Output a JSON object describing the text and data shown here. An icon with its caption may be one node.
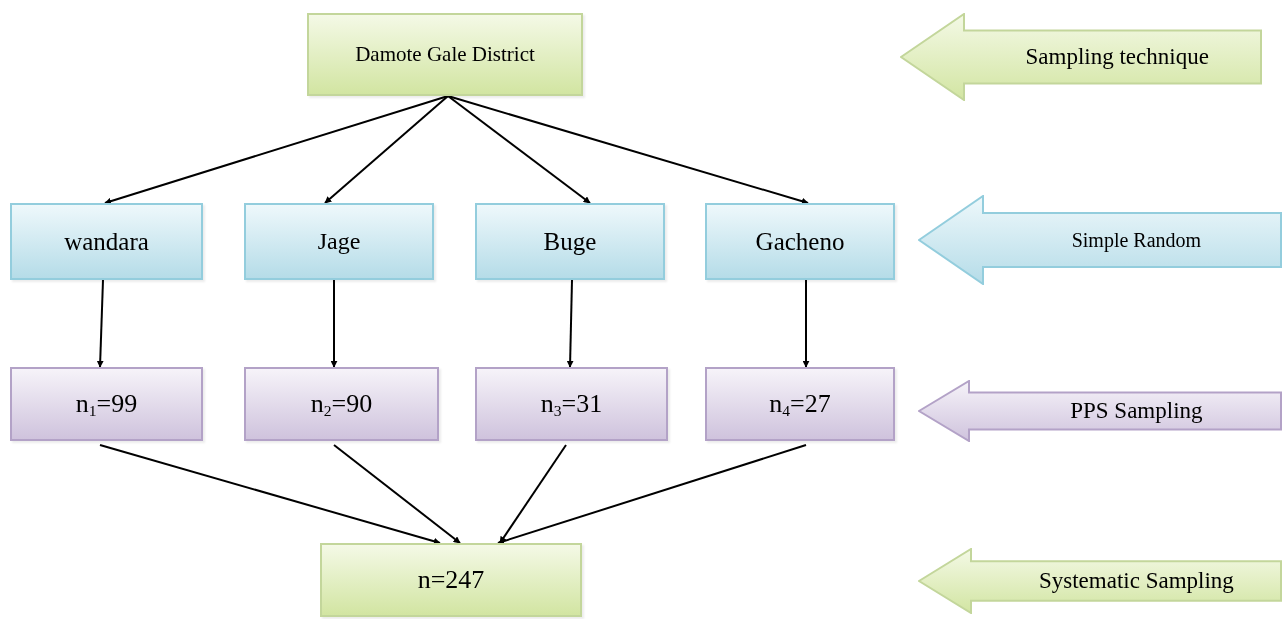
{
  "diagram": {
    "nodes": [
      {
        "text": [
          "Damote Gale District"
        ]
      },
      {
        "text": [
          "wandara"
        ]
      },
      {
        "text": [
          "Jage"
        ]
      },
      {
        "text": [
          "Buge"
        ]
      },
      {
        "text": [
          "Gacheno"
        ]
      },
      {
        "text": [
          "n$_{1}$=99"
        ]
      },
      {
        "text": [
          "n$_{2}$=90"
        ]
      },
      {
        "text": [
          "n$_{3}$=31"
        ]
      },
      {
        "text": [
          "n$_{4}$=27"
        ]
      },
      {
        "text": [
          "n=247"
        ]
      },
      {
        "text": [
          "Sampling technique"
        ]
      },
      {
        "text": [
          "Simple Random"
        ]
      },
      {
        "text": [
          "PPS Sampling"
        ]
      },
      {
        "text": [
          "Systematic Sampling"
        ]
      }
    ],
    "edges": [
      {
        "from": 0,
        "to": 1,
        "arrow": "to"
      },
      {
        "from": 0,
        "to": 2,
        "arrow": "to"
      },
      {
        "from": 0,
        "to": 3,
        "arrow": "to"
      },
      {
        "from": 0,
        "to": 4,
        "arrow": "to"
      },
      {
        "from": 1,
        "to": 5,
        "arrow": "to"
      },
      {
        "from": 2,
        "to": 6,
        "arrow": "to"
      },
      {
        "from": 3,
        "to": 7,
        "arrow": "to"
      },
      {
        "from": 4,
        "to": 8,
        "arrow": "to"
      },
      {
        "from": 5,
        "to": 9,
        "arrow": "to"
      },
      {
        "from": 6,
        "to": 9,
        "arrow": "to"
      },
      {
        "from": 7,
        "to": 9,
        "arrow": "to"
      },
      {
        "from": 8,
        "to": 9,
        "arrow": "to"
      }
    ]
  }
}
